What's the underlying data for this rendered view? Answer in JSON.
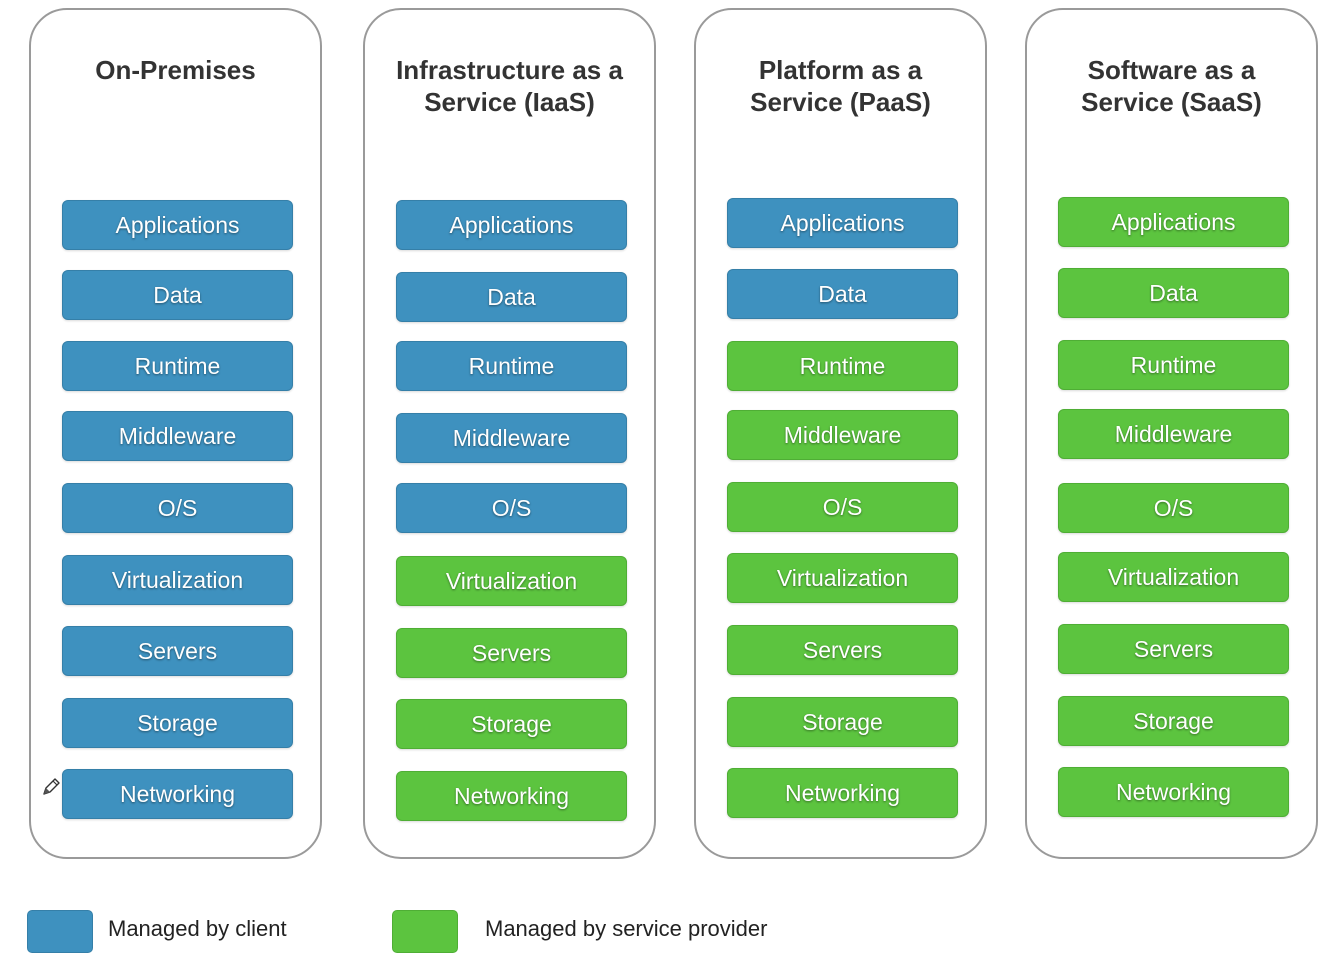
{
  "colors": {
    "client": "#3e91bf",
    "provider": "#5cc43f"
  },
  "columns": [
    {
      "title": "On-Premises",
      "layers": [
        {
          "label": "Applications",
          "managed": "client"
        },
        {
          "label": "Data",
          "managed": "client"
        },
        {
          "label": "Runtime",
          "managed": "client"
        },
        {
          "label": "Middleware",
          "managed": "client"
        },
        {
          "label": "O/S",
          "managed": "client"
        },
        {
          "label": "Virtualization",
          "managed": "client"
        },
        {
          "label": "Servers",
          "managed": "client"
        },
        {
          "label": "Storage",
          "managed": "client"
        },
        {
          "label": "Networking",
          "managed": "client"
        }
      ]
    },
    {
      "title": "Infrastructure as a\nService (IaaS)",
      "layers": [
        {
          "label": "Applications",
          "managed": "client"
        },
        {
          "label": "Data",
          "managed": "client"
        },
        {
          "label": "Runtime",
          "managed": "client"
        },
        {
          "label": "Middleware",
          "managed": "client"
        },
        {
          "label": "O/S",
          "managed": "client"
        },
        {
          "label": "Virtualization",
          "managed": "provider"
        },
        {
          "label": "Servers",
          "managed": "provider"
        },
        {
          "label": "Storage",
          "managed": "provider"
        },
        {
          "label": "Networking",
          "managed": "provider"
        }
      ]
    },
    {
      "title": "Platform as a\nService (PaaS)",
      "layers": [
        {
          "label": "Applications",
          "managed": "client"
        },
        {
          "label": "Data",
          "managed": "client"
        },
        {
          "label": "Runtime",
          "managed": "provider"
        },
        {
          "label": "Middleware",
          "managed": "provider"
        },
        {
          "label": "O/S",
          "managed": "provider"
        },
        {
          "label": "Virtualization",
          "managed": "provider"
        },
        {
          "label": "Servers",
          "managed": "provider"
        },
        {
          "label": "Storage",
          "managed": "provider"
        },
        {
          "label": "Networking",
          "managed": "provider"
        }
      ]
    },
    {
      "title": "Software as a\nService (SaaS)",
      "layers": [
        {
          "label": "Applications",
          "managed": "provider"
        },
        {
          "label": "Data",
          "managed": "provider"
        },
        {
          "label": "Runtime",
          "managed": "provider"
        },
        {
          "label": "Middleware",
          "managed": "provider"
        },
        {
          "label": "O/S",
          "managed": "provider"
        },
        {
          "label": "Virtualization",
          "managed": "provider"
        },
        {
          "label": "Servers",
          "managed": "provider"
        },
        {
          "label": "Storage",
          "managed": "provider"
        },
        {
          "label": "Networking",
          "managed": "provider"
        }
      ]
    }
  ],
  "legend": {
    "client_label": "Managed by client",
    "provider_label": "Managed by service provider"
  },
  "icons": {
    "annotation": "pencil-icon"
  }
}
